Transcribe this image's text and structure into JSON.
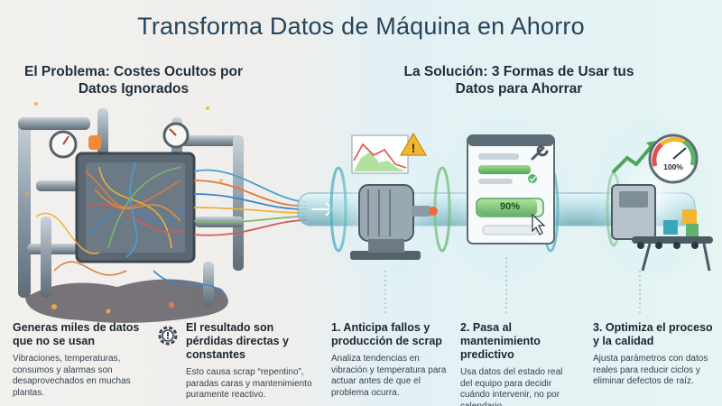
{
  "title": "Transforma Datos de Máquina en Ahorro",
  "problem": {
    "heading": "El Problema: Costes Ocultos por Datos Ignorados"
  },
  "solution": {
    "heading": "La Solución: 3 Formas de Usar tus Datos para Ahorrar"
  },
  "badges": {
    "progress_text": "90%",
    "gauge_text": "100%"
  },
  "cards": [
    {
      "heading": "Generas miles de datos que no se usan",
      "body": "Vibraciones, temperaturas, consumos y alarmas son desaprovechados en muchas plantas."
    },
    {
      "heading": "El resultado son pérdidas directas y constantes",
      "body": "Esto causa scrap “repentino”, paradas caras y mantenimiento puramente reactivo."
    },
    {
      "heading": "1. Anticipa fallos y producción de scrap",
      "body": "Analiza tendencias en vibración y temperatura para actuar antes de que el problema ocurra."
    },
    {
      "heading": "2. Pasa al mantenimiento predictivo",
      "body": "Usa datos del estado real del equipo para decidir cuándo intervenir, no por calendario."
    },
    {
      "heading": "3. Optimiza el proceso y la calidad",
      "body": "Ajusta parámetros con datos reales para reducir ciclos y eliminar defectos de raíz."
    }
  ],
  "colors": {
    "title": "#27455c",
    "accent_green": "#5fb36a",
    "accent_teal": "#3aa7b8",
    "warning": "#f2b632"
  }
}
